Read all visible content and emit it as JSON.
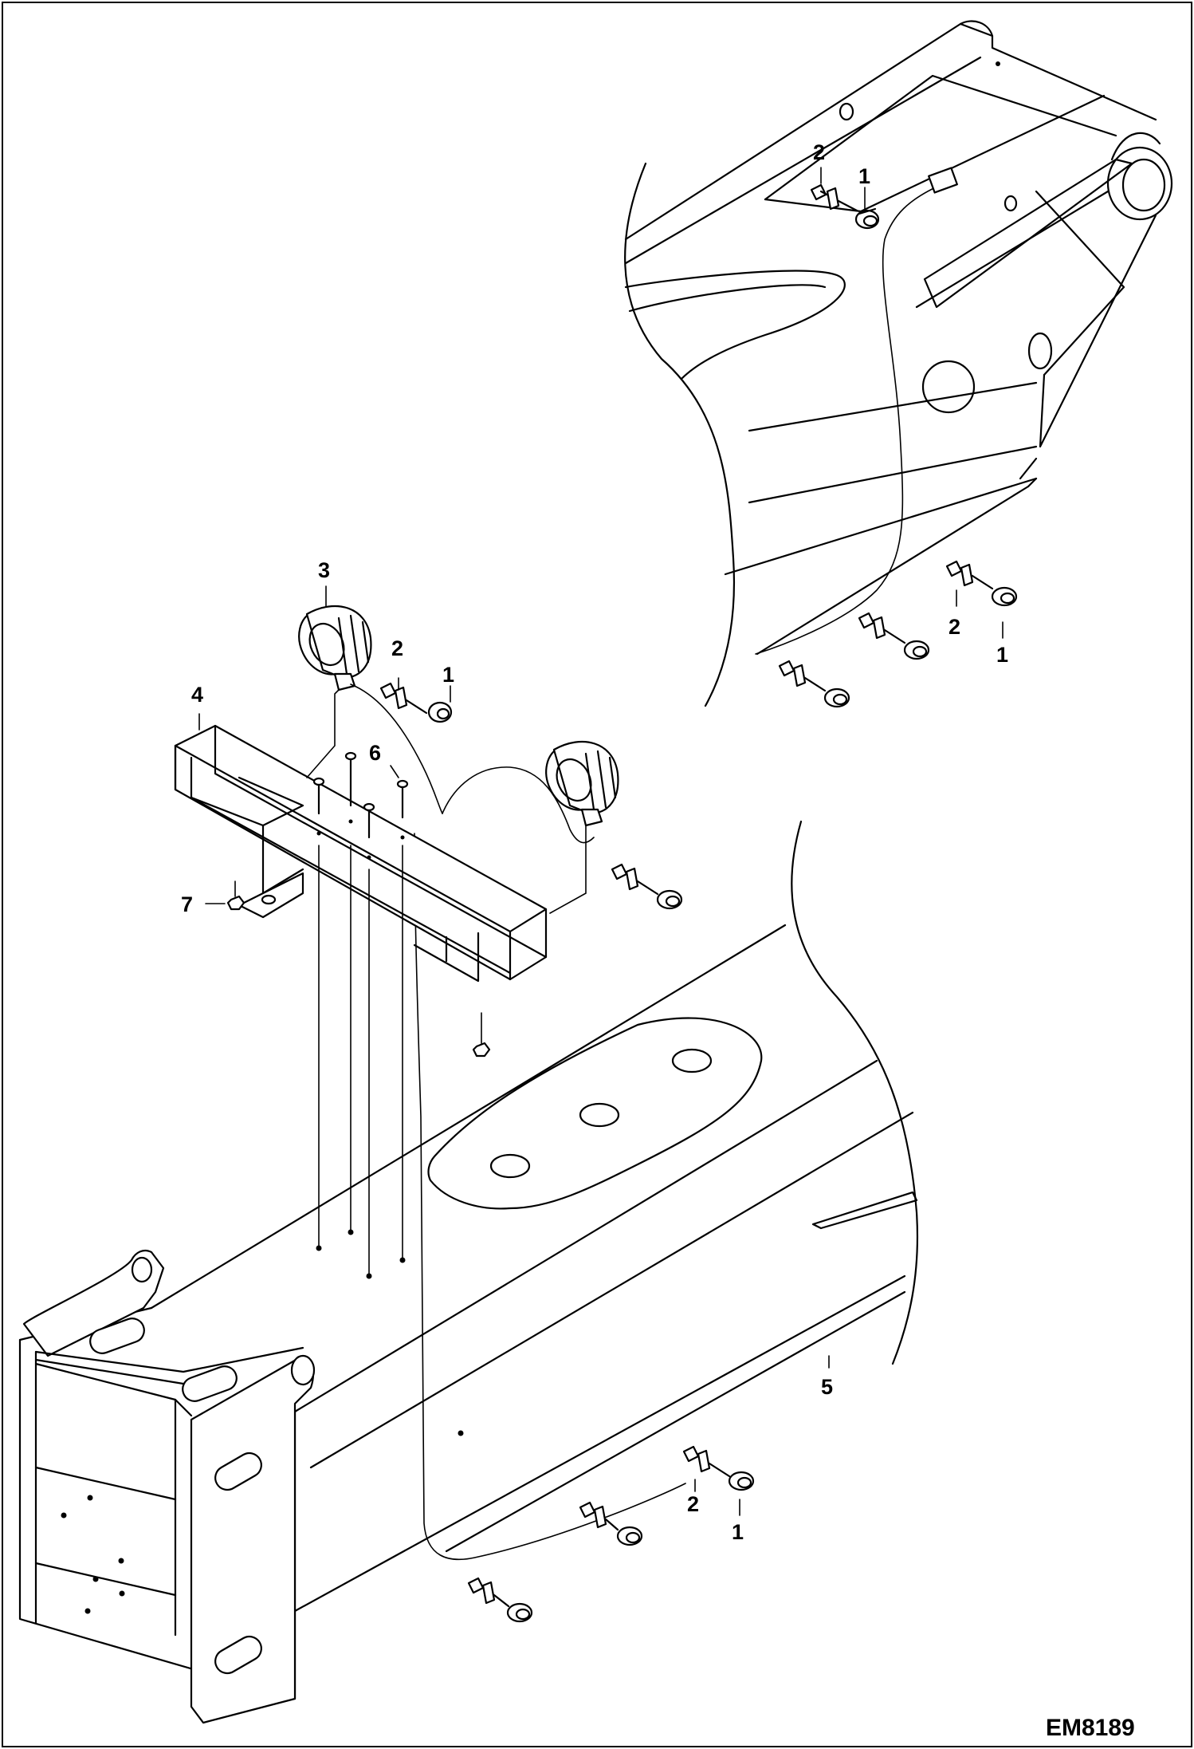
{
  "figure_id": "EM8189",
  "callouts": [
    {
      "id": "c-top-2",
      "label": "2"
    },
    {
      "id": "c-top-1",
      "label": "1"
    },
    {
      "id": "c-right-2",
      "label": "2"
    },
    {
      "id": "c-right-1",
      "label": "1"
    },
    {
      "id": "c-3",
      "label": "3"
    },
    {
      "id": "c-mid-2",
      "label": "2"
    },
    {
      "id": "c-mid-1",
      "label": "1"
    },
    {
      "id": "c-4",
      "label": "4"
    },
    {
      "id": "c-6",
      "label": "6"
    },
    {
      "id": "c-7",
      "label": "7"
    },
    {
      "id": "c-5",
      "label": "5"
    },
    {
      "id": "c-bot-2",
      "label": "2"
    },
    {
      "id": "c-bot-1",
      "label": "1"
    }
  ]
}
